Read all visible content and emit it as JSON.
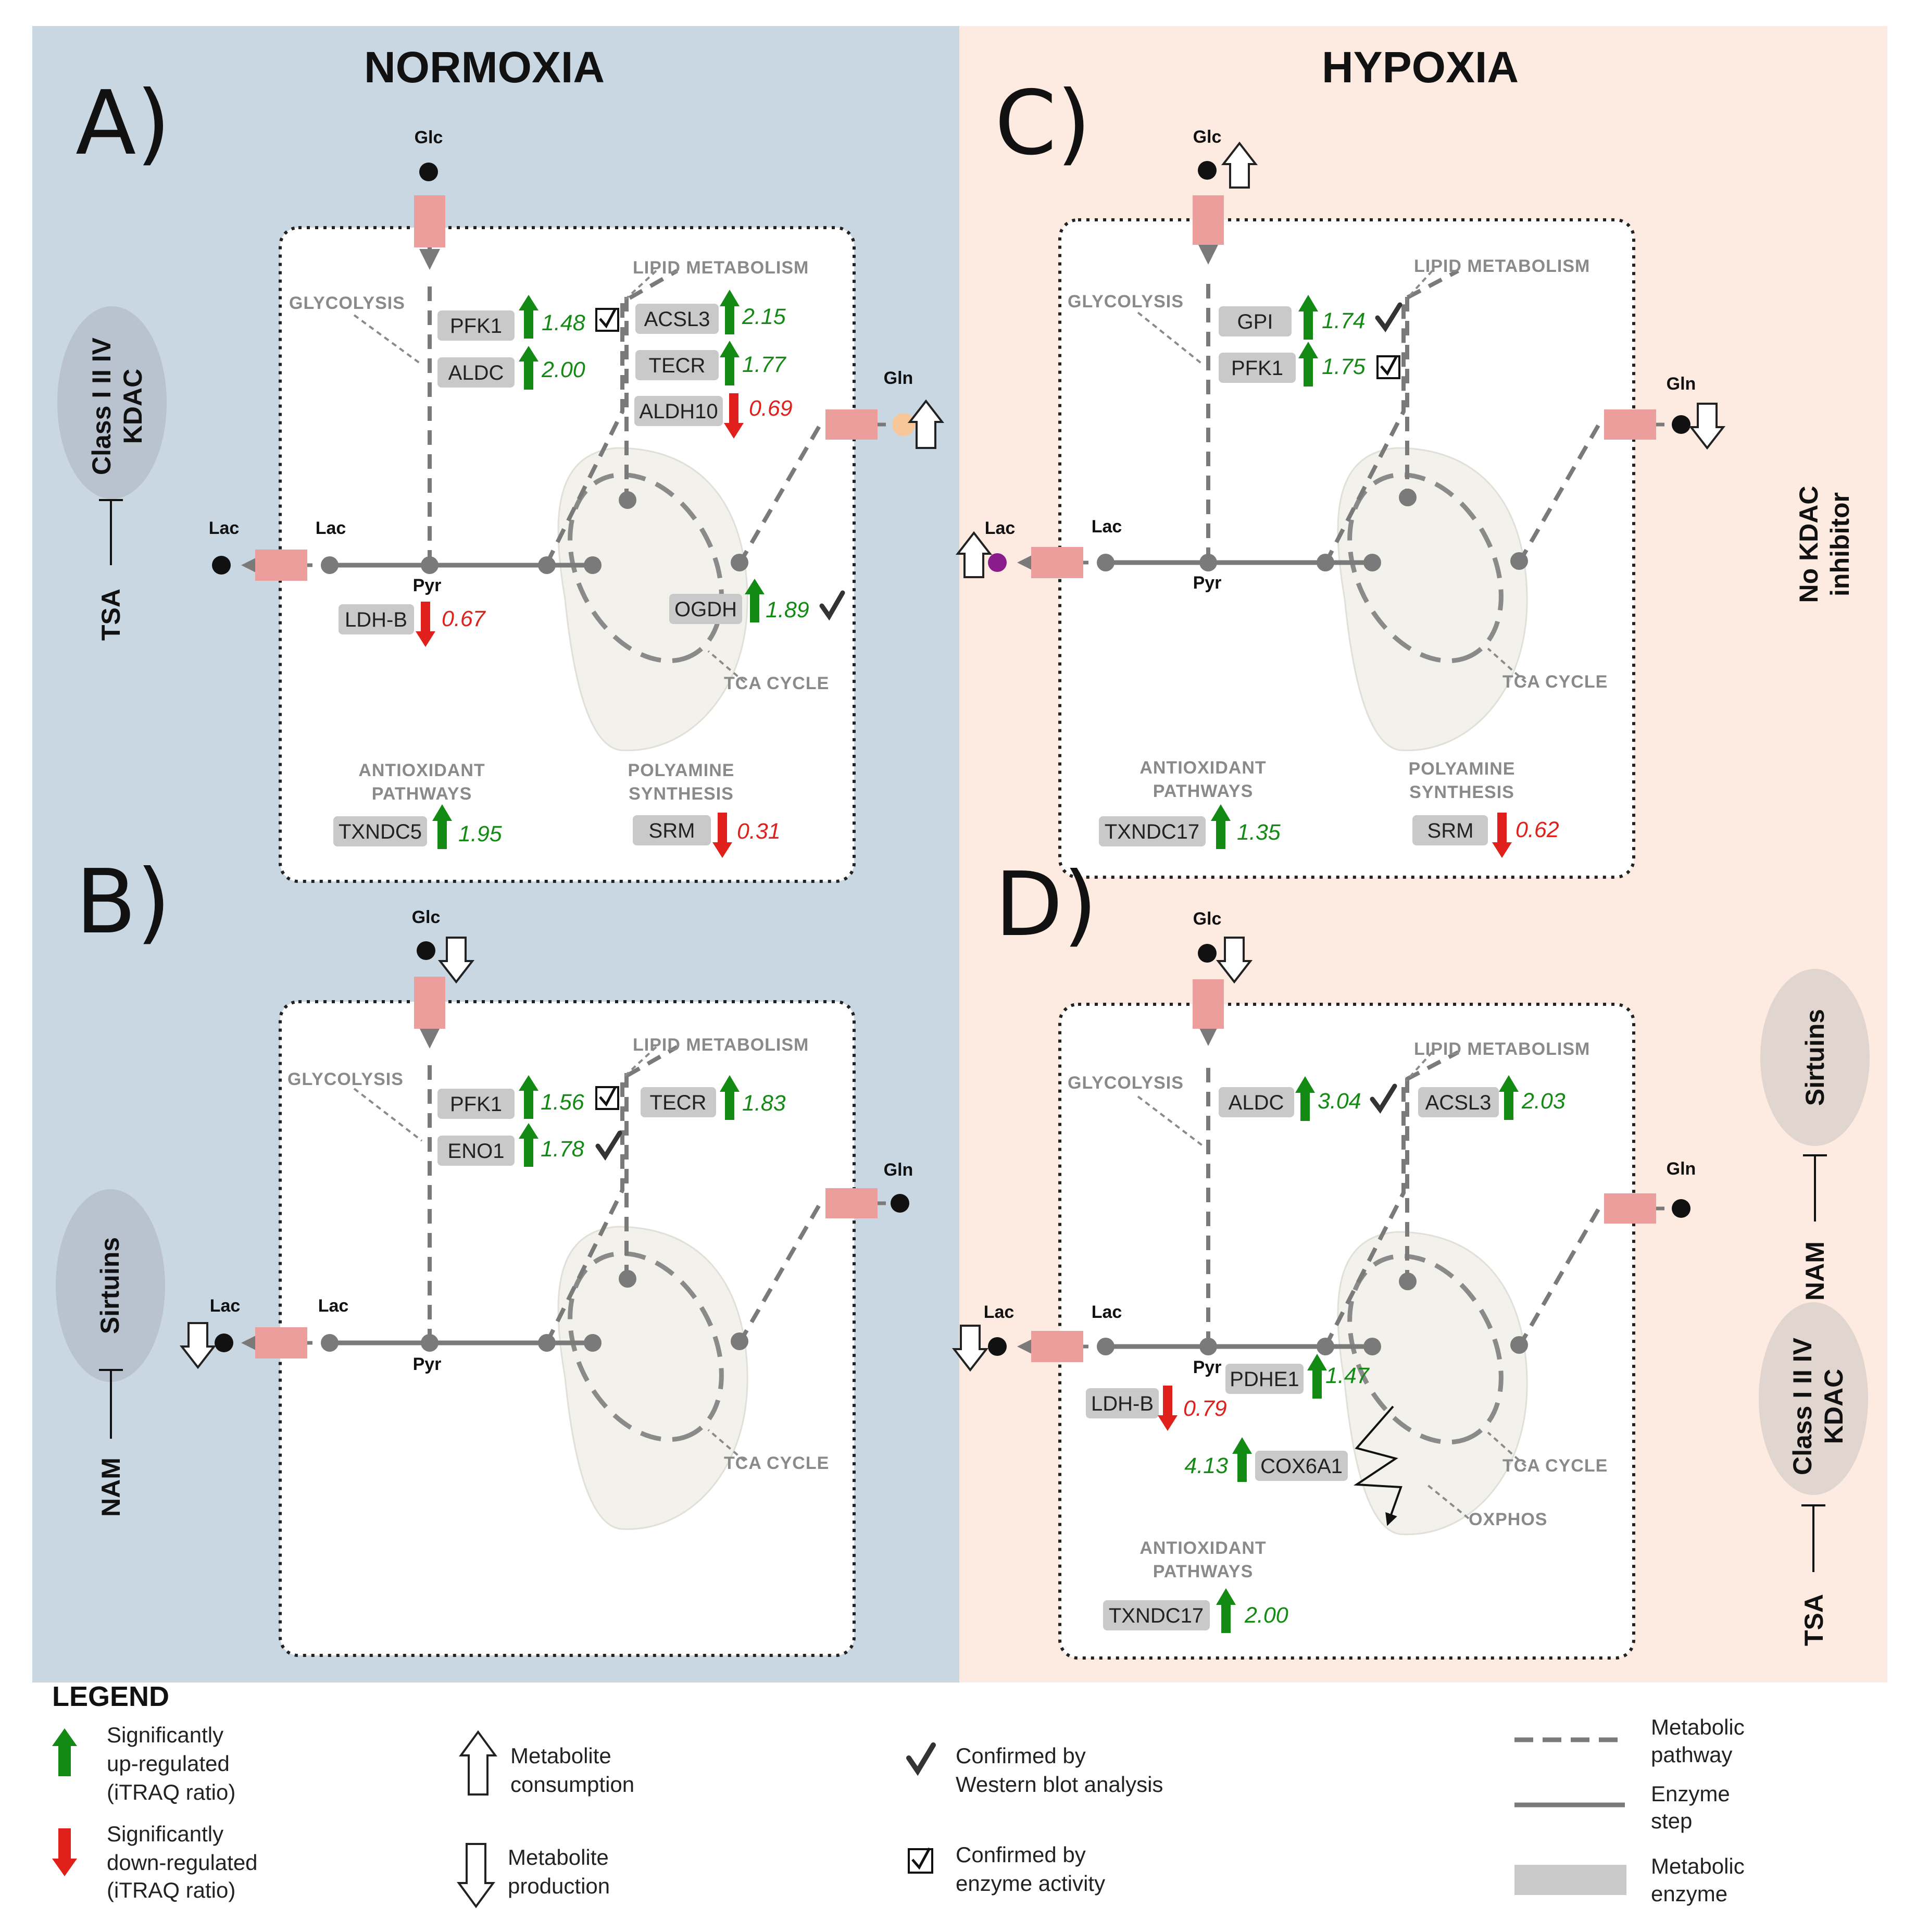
{
  "colors": {
    "normoxia_bg": "#c9d7e2",
    "hypoxia_bg": "#fdeae1",
    "enzyme_box": "#c9c9c9",
    "transporter": "#eb9e9c",
    "up": "#138a13",
    "down": "#e0201a",
    "glutamine_consumed": "#f7c79a",
    "lactate_hypoxia": "#8a1c8c",
    "pathway": "#7a7a7a"
  },
  "headers": {
    "normoxia": "NORMOXIA",
    "hypoxia": "HYPOXIA"
  },
  "panels": {
    "A": {
      "letter": "A)",
      "metabolites": {
        "glc": "Glc",
        "gln": "Gln",
        "lac_out": "Lac",
        "lac_in": "Lac",
        "pyr": "Pyr"
      },
      "labels": {
        "glycolysis": "GLYCOLYSIS",
        "lipid": "LIPID METABOLISM",
        "tca": "TCA CYCLE",
        "antiox1": "ANTIOXIDANT",
        "antiox2": "PATHWAYS",
        "poly1": "POLYAMINE",
        "poly2": "SYNTHESIS"
      },
      "enzymes": [
        {
          "name": "PFK1",
          "value": "1.48",
          "direction": "up",
          "confirm": "enzyme activity"
        },
        {
          "name": "ALDC",
          "value": "2.00",
          "direction": "up"
        },
        {
          "name": "ACSL3",
          "value": "2.15",
          "direction": "up"
        },
        {
          "name": "TECR",
          "value": "1.77",
          "direction": "up"
        },
        {
          "name": "ALDH10",
          "value": "0.69",
          "direction": "down"
        },
        {
          "name": "LDH-B",
          "value": "0.67",
          "direction": "down"
        },
        {
          "name": "OGDH",
          "value": "1.89",
          "direction": "up",
          "confirm": "western blot"
        },
        {
          "name": "TXNDC5",
          "value": "1.95",
          "direction": "up"
        },
        {
          "name": "SRM",
          "value": "0.31",
          "direction": "down"
        }
      ],
      "flux": {
        "gln": "consumption"
      }
    },
    "B": {
      "letter": "B)",
      "metabolites": {
        "glc": "Glc",
        "gln": "Gln",
        "lac_out": "Lac",
        "lac_in": "Lac",
        "pyr": "Pyr"
      },
      "labels": {
        "glycolysis": "GLYCOLYSIS",
        "lipid": "LIPID METABOLISM",
        "tca": "TCA CYCLE"
      },
      "enzymes": [
        {
          "name": "PFK1",
          "value": "1.56",
          "direction": "up",
          "confirm": "enzyme activity"
        },
        {
          "name": "ENO1",
          "value": "1.78",
          "direction": "up",
          "confirm": "western blot"
        },
        {
          "name": "TECR",
          "value": "1.83",
          "direction": "up"
        }
      ],
      "flux": {
        "glc": "production",
        "lac": "production"
      }
    },
    "C": {
      "letter": "C)",
      "metabolites": {
        "glc": "Glc",
        "gln": "Gln",
        "lac_out": "Lac",
        "lac_in": "Lac",
        "pyr": "Pyr"
      },
      "labels": {
        "glycolysis": "GLYCOLYSIS",
        "lipid": "LIPID METABOLISM",
        "tca": "TCA CYCLE",
        "antiox1": "ANTIOXIDANT",
        "antiox2": "PATHWAYS",
        "poly1": "POLYAMINE",
        "poly2": "SYNTHESIS"
      },
      "enzymes": [
        {
          "name": "GPI",
          "value": "1.74",
          "direction": "up",
          "confirm": "western blot"
        },
        {
          "name": "PFK1",
          "value": "1.75",
          "direction": "up",
          "confirm": "enzyme activity"
        },
        {
          "name": "TXNDC17",
          "value": "1.35",
          "direction": "up"
        },
        {
          "name": "SRM",
          "value": "0.62",
          "direction": "down"
        }
      ],
      "flux": {
        "glc": "consumption",
        "gln": "production",
        "lac": "consumption"
      }
    },
    "D": {
      "letter": "D)",
      "metabolites": {
        "glc": "Glc",
        "gln": "Gln",
        "lac_out": "Lac",
        "lac_in": "Lac",
        "pyr": "Pyr"
      },
      "labels": {
        "glycolysis": "GLYCOLYSIS",
        "lipid": "LIPID METABOLISM",
        "tca": "TCA CYCLE",
        "oxphos": "OXPHOS",
        "antiox1": "ANTIOXIDANT",
        "antiox2": "PATHWAYS"
      },
      "enzymes": [
        {
          "name": "ALDC",
          "value": "3.04",
          "direction": "up",
          "confirm": "western blot"
        },
        {
          "name": "ACSL3",
          "value": "2.03",
          "direction": "up"
        },
        {
          "name": "PDHE1",
          "value": "1.47",
          "direction": "up"
        },
        {
          "name": "LDH-B",
          "value": "0.79",
          "direction": "down"
        },
        {
          "name": "COX6A1",
          "value": "4.13",
          "direction": "up"
        },
        {
          "name": "TXNDC17",
          "value": "2.00",
          "direction": "up"
        }
      ],
      "flux": {
        "glc": "production",
        "lac": "production"
      }
    }
  },
  "side": {
    "a_ellipse1": "Class I II IV",
    "a_ellipse2": "KDAC",
    "a_inhibitor": "TSA",
    "b_ellipse": "Sirtuins",
    "b_inhibitor": "NAM",
    "c_note1": "No KDAC",
    "c_note2": "inhibitor",
    "d_ellipse_top": "Sirtuins",
    "d_inhibitor_top": "NAM",
    "d_ellipse1": "Class I II IV",
    "d_ellipse2": "KDAC",
    "d_inhibitor": "TSA"
  },
  "legend": {
    "title": "LEGEND",
    "up1": "Significantly",
    "up2": "up-regulated",
    "up3": "(iTRAQ ratio)",
    "down1": "Significantly",
    "down2": "down-regulated",
    "down3": "(iTRAQ ratio)",
    "cons1": "Metabolite",
    "cons2": "consumption",
    "prod1": "Metabolite",
    "prod2": "production",
    "wb1": "Confirmed by",
    "wb2": "Western blot analysis",
    "ea1": "Confirmed by",
    "ea2": "enzyme activity",
    "path1": "Metabolic",
    "path2": "pathway",
    "step1": "Enzyme",
    "step2": "step",
    "enz1": "Metabolic",
    "enz2": "enzyme"
  }
}
